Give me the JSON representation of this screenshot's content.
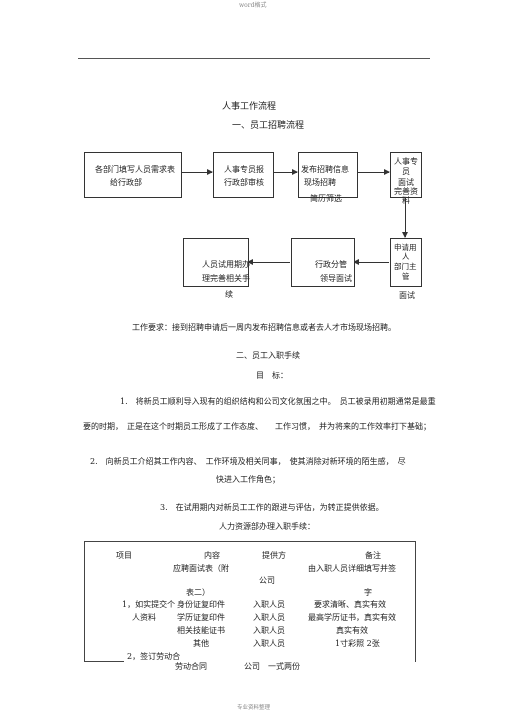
{
  "header": {
    "tag": "word格式"
  },
  "doc": {
    "title": "人事工作流程",
    "section1": "一、员工招聘流程",
    "flow": {
      "box1": {
        "line1": "各部门填写人员需求表",
        "line2": "给行政部"
      },
      "box2": {
        "line1": "人事专员报",
        "line2": "行政部审核"
      },
      "box3": {
        "line1": "发布招聘信息",
        "line2": "现场招聘",
        "line3": "简历筛选"
      },
      "box4": {
        "line1": "人事专",
        "line2": "员",
        "line3": "面试",
        "line4": "完善资",
        "line5": "料"
      },
      "box5": {
        "line1": "申请用",
        "line2": "人",
        "line3": "部门主",
        "line4": "管",
        "line5": "面试"
      },
      "box6": {
        "line1": "行政分管",
        "line2": "领导面试"
      },
      "box7": {
        "line1": "人员试用期办",
        "line2": "理完善相关手",
        "line3": "续"
      }
    },
    "work_req": "工作要求：接到招聘申请后一周内发布招聘信息或者去人才市场现场招聘。",
    "section2": "二、员工入职手续",
    "goal_label": "目　标：",
    "item1_a": "1.　将新员工顺利导入现有的组织结构和公司文化氛围之中。　员工被录用初期通常是最重",
    "item1_b": "要的时期，　正是在这个时期员工形成了工作态度、　　工作习惯，　并为将来的工作效率打下基础；",
    "item2_a": "2.　向新员工介绍其工作内容、　工作环境及相关同事，　使其消除对新环境的陌生感，　尽",
    "item2_b": "快进入工作角色；",
    "item3": "3.　在试用期内对新员工工作的跟进与评估，为转正提供依据。",
    "table_title": "人力资源部办理入职手续：",
    "table": {
      "headers": [
        "项目",
        "内容",
        "提供方",
        "备注"
      ],
      "rows": [
        {
          "content": "应聘面试表（附",
          "provider": "",
          "note": "由入职人员详细填写并签"
        },
        {
          "content": "",
          "provider": "公司",
          "note": ""
        },
        {
          "content": "表二）",
          "provider": "",
          "note": "字"
        },
        {
          "content": "身份证复印件",
          "provider": "入职人员",
          "note": "要求清晰、真实有效"
        },
        {
          "content": "学历证复印件",
          "provider": "入职人员",
          "note": "最高学历证书，真实有效"
        },
        {
          "content": "相关技能证书",
          "provider": "入职人员",
          "note": "真实有效"
        },
        {
          "content": "其他",
          "provider": "入职人员",
          "note": "1寸彩照 2张"
        }
      ],
      "group1_line1": "1，如实提交个",
      "group1_line2": "人资料",
      "group2": "2，签订劳动合",
      "last_content": "劳动合同",
      "last_provider": "公司",
      "last_note": "一式两份"
    },
    "footer": "专业资料整理"
  }
}
